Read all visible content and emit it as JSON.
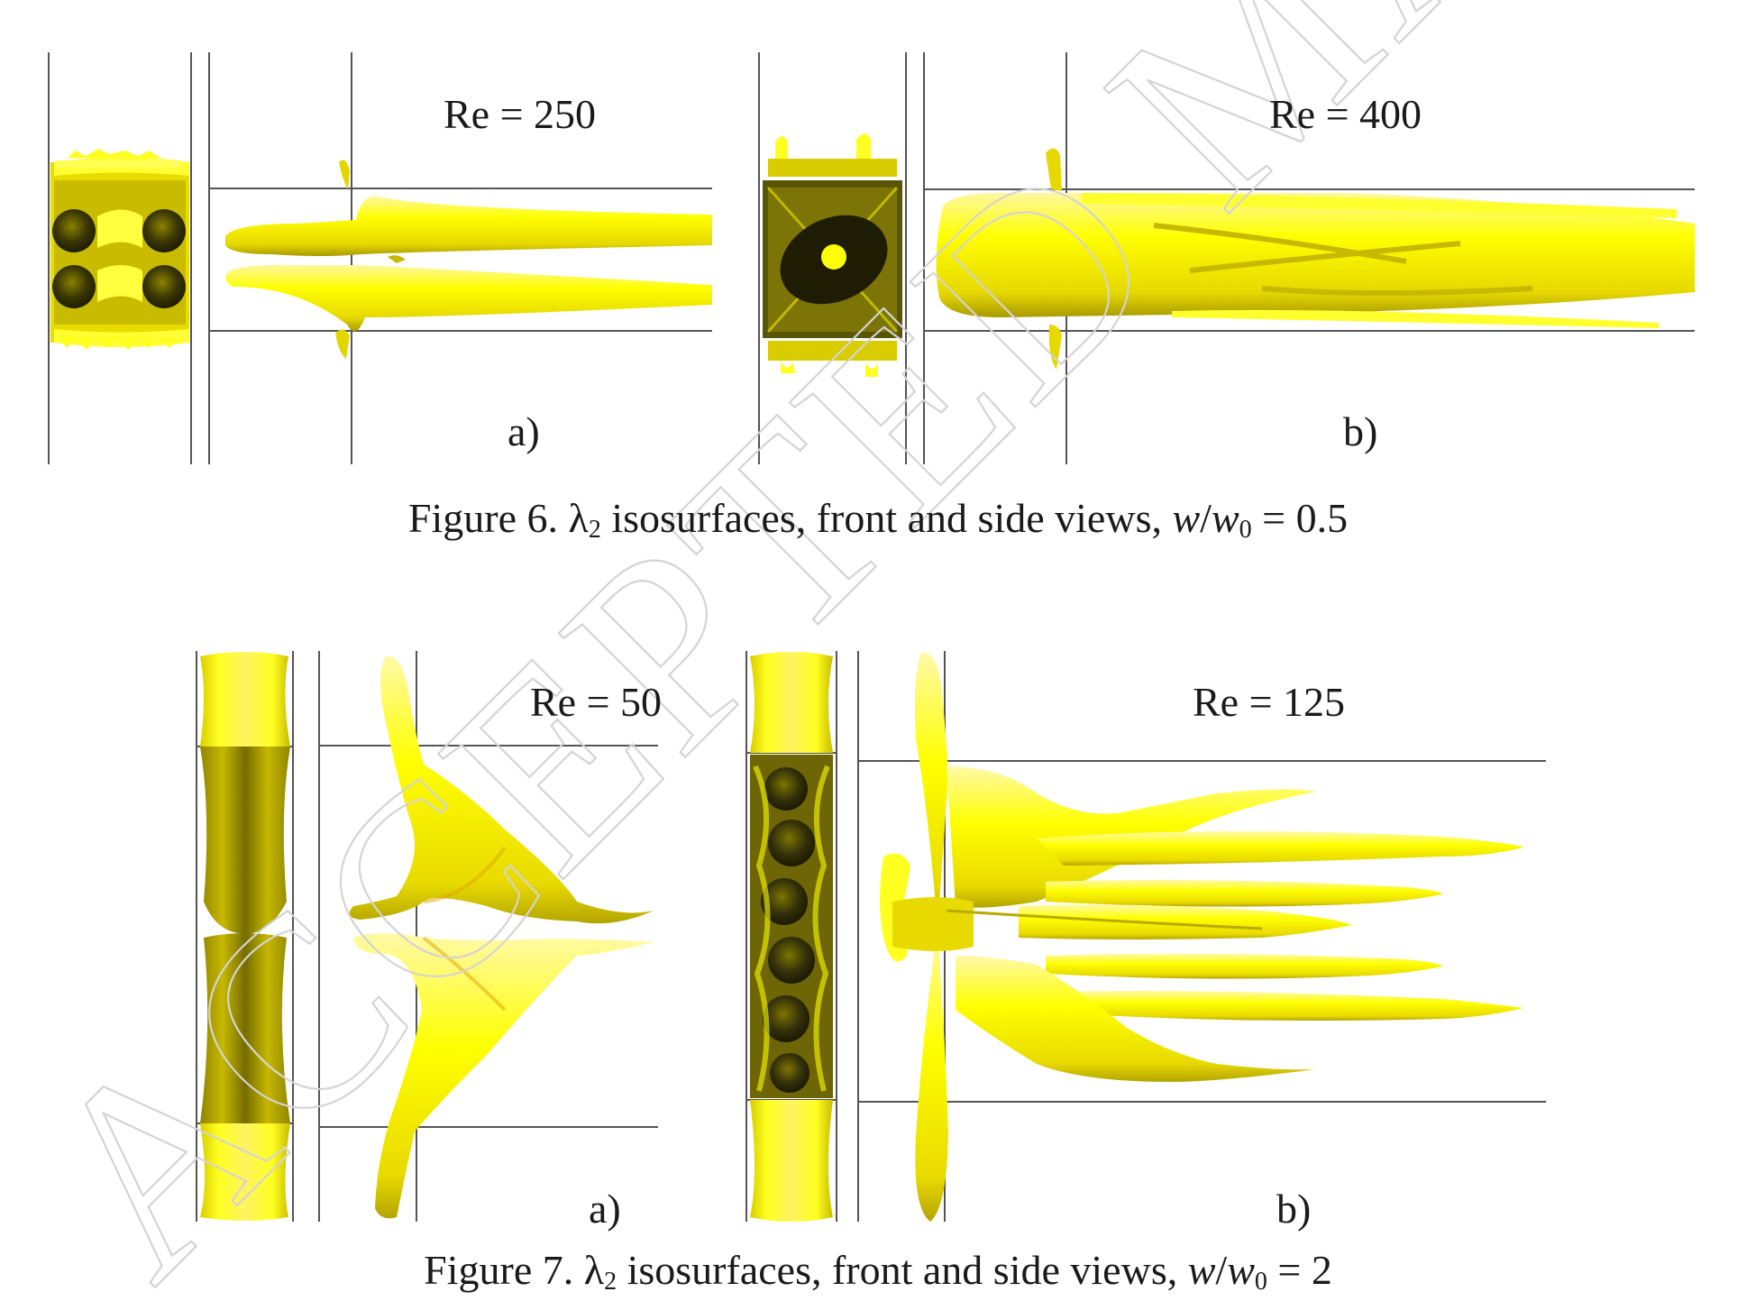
{
  "figure6": {
    "panel_a": {
      "reynolds_label": "Re = 250",
      "letter": "a)"
    },
    "panel_b": {
      "reynolds_label": "Re = 400",
      "letter": "b)"
    },
    "caption": {
      "prefix": "Figure 6. ",
      "lambda": "λ",
      "lambda_sub": "2",
      "middle": " isosurfaces, front and side views, ",
      "w": "w",
      "slash": "/",
      "w0": "w",
      "w0_sub": "0",
      "suffix": " = 0.5"
    }
  },
  "figure7": {
    "panel_a": {
      "reynolds_label": "Re = 50",
      "letter": "a)"
    },
    "panel_b": {
      "reynolds_label": "Re = 125",
      "letter": "b)"
    },
    "caption": {
      "prefix": "Figure 7. ",
      "lambda": "λ",
      "lambda_sub": "2",
      "middle": " isosurfaces, front and side views, ",
      "w": "w",
      "slash": "/",
      "w0": "w",
      "w0_sub": "0",
      "suffix": " = 2"
    }
  },
  "watermark": "ACCEPTED MANUSCRIPT",
  "colors": {
    "isosurface": "#ffff00",
    "isosurface_shade": "#b5a600",
    "isosurface_dark": "#3d3a05",
    "frame_line": "#555555"
  }
}
